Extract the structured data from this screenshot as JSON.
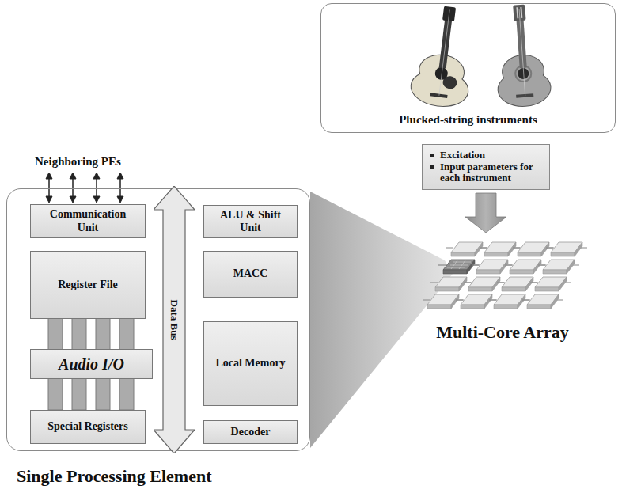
{
  "diagram": {
    "nodes": [
      {
        "text": [
          "Single Processing Element"
        ]
      },
      {
        "text": [
          "Communication Unit"
        ],
        "in": 0
      },
      {
        "text": [
          "Register File"
        ],
        "in": 0
      },
      {
        "text": [
          "Audio I/O"
        ],
        "in": 0
      },
      {
        "text": [
          "Special Registers"
        ],
        "in": 0
      },
      {
        "text": [
          "Data Bus"
        ],
        "in": 0
      },
      {
        "text": [
          "ALU & Shift Unit"
        ],
        "in": 0
      },
      {
        "text": [
          "MACC"
        ],
        "in": 0
      },
      {
        "text": [
          "Local Memory"
        ],
        "in": 0
      },
      {
        "text": [
          "Decoder"
        ],
        "in": 0
      },
      {
        "text": [
          "Plucked-string instruments"
        ]
      },
      {
        "text": [
          "Excitation",
          "Input parameters for each instrument"
        ]
      },
      {
        "text": [
          "Multi-Core Array"
        ]
      }
    ],
    "edges": [
      {
        "from": 11,
        "to": 12,
        "arrow": "to"
      }
    ],
    "labels": [
      "Neighboring PEs"
    ]
  }
}
